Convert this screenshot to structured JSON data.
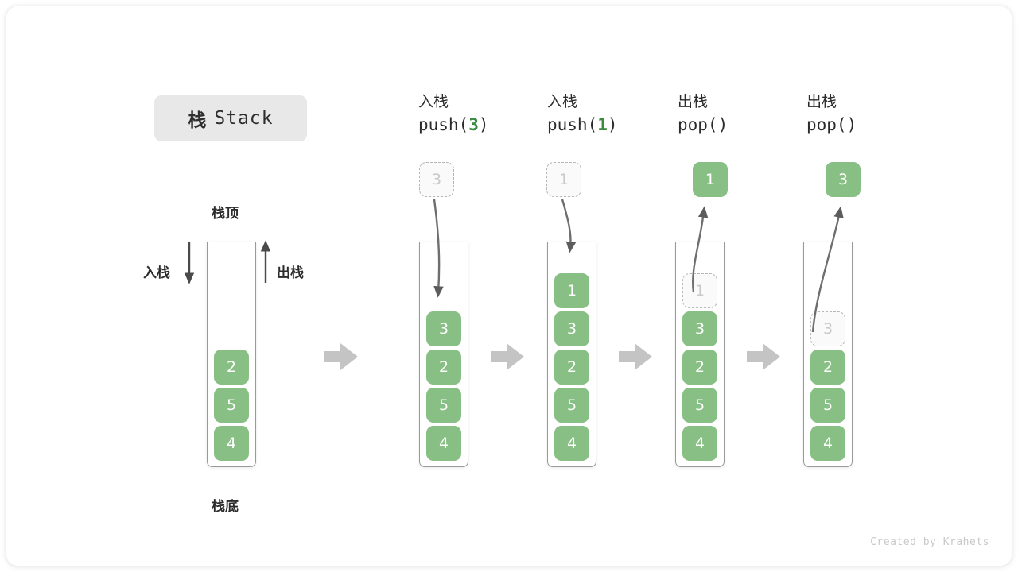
{
  "title": {
    "cn": "栈",
    "en": "Stack"
  },
  "labels": {
    "top": "栈顶",
    "bottom": "栈底",
    "push_side": "入栈",
    "pop_side": "出栈"
  },
  "colors": {
    "cell_green": "#87bf84",
    "arg_green": "#3c8a40",
    "ghost_gray": "#c9c9c9",
    "arrow_gray": "#c4c4c4",
    "badge_gray": "#e8e8e8"
  },
  "footer": "Created by Krahets",
  "steps": [
    {
      "id": "initial",
      "caption_cn": "",
      "caption_code": "",
      "cells": [
        "4",
        "5",
        "2"
      ],
      "ghost_top": null,
      "float_box": null
    },
    {
      "id": "push-3",
      "caption_cn": "入栈",
      "caption_code_prefix": "push(",
      "caption_arg": "3",
      "caption_code_suffix": ")",
      "cells": [
        "4",
        "5",
        "2",
        "3"
      ],
      "ghost_top": null,
      "float_box": {
        "value": "3",
        "style": "ghost"
      }
    },
    {
      "id": "push-1",
      "caption_cn": "入栈",
      "caption_code_prefix": "push(",
      "caption_arg": "1",
      "caption_code_suffix": ")",
      "cells": [
        "4",
        "5",
        "2",
        "3",
        "1"
      ],
      "ghost_top": null,
      "float_box": {
        "value": "1",
        "style": "ghost"
      }
    },
    {
      "id": "pop-1",
      "caption_cn": "出栈",
      "caption_code_prefix": "pop(",
      "caption_arg": "",
      "caption_code_suffix": ")",
      "cells": [
        "4",
        "5",
        "2",
        "3"
      ],
      "ghost_top": "1",
      "float_box": {
        "value": "1",
        "style": "solid"
      }
    },
    {
      "id": "pop-3",
      "caption_cn": "出栈",
      "caption_code_prefix": "pop(",
      "caption_arg": "",
      "caption_code_suffix": ")",
      "cells": [
        "4",
        "5",
        "2"
      ],
      "ghost_top": "3",
      "float_box": {
        "value": "3",
        "style": "solid"
      }
    }
  ]
}
